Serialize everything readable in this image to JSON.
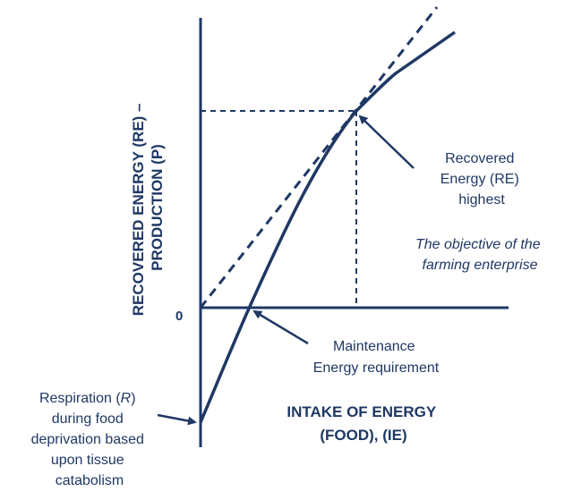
{
  "colors": {
    "ink": "#1f3864",
    "background": "#ffffff"
  },
  "y_axis_title": [
    "RECOVERED ENERGY (RE) –",
    "PRODUCTION (P)"
  ],
  "x_axis_title": [
    "INTAKE OF ENERGY",
    "(FOOD), (IE)"
  ],
  "origin_label": "0",
  "annotations": {
    "re_highest": [
      "Recovered",
      "Energy (RE)",
      "highest"
    ],
    "objective": [
      "The objective of the",
      "farming enterprise"
    ],
    "maintenance": [
      "Maintenance",
      "Energy requirement"
    ],
    "respiration": {
      "line1_prefix": "Respiration (",
      "line1_symbol": "R",
      "line1_suffix": ")",
      "rest": [
        "during food",
        "deprivation based",
        "upon tissue",
        "catabolism"
      ]
    }
  }
}
